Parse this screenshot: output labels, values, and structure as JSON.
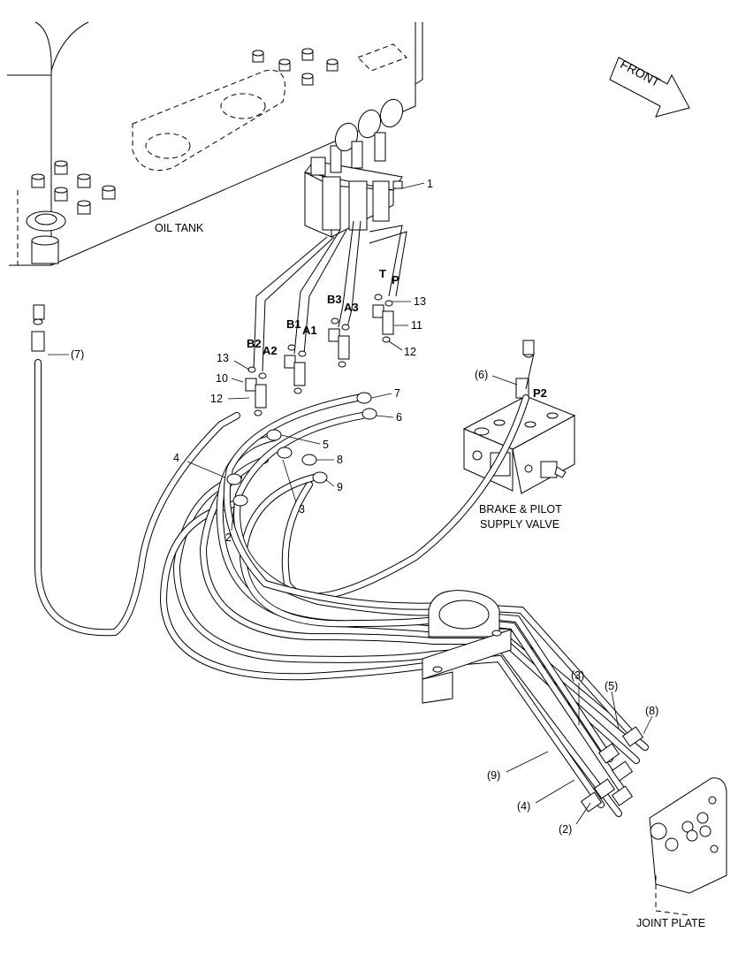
{
  "diagram": {
    "captions": {
      "oil_tank": "OIL TANK",
      "front": "FRONT",
      "brake_valve_line1": "BRAKE & PILOT",
      "brake_valve_line2": "SUPPLY VALVE",
      "joint_plate": "JOINT PLATE"
    },
    "port_labels": {
      "t": "T",
      "p": "P",
      "b3": "B3",
      "a3": "A3",
      "b1": "B1",
      "a1": "A1",
      "b2": "B2",
      "a2": "A2",
      "p2": "P2"
    },
    "callouts": {
      "c1": "1",
      "c13a": "13",
      "c11": "11",
      "c12a": "12",
      "c7": "7",
      "c6": "6",
      "c5": "5",
      "c8": "8",
      "c9": "9",
      "c3": "3",
      "c4": "4",
      "c2": "2",
      "c13b": "13",
      "c10": "10",
      "c12b": "12",
      "p7": "(7)",
      "p6": "(6)",
      "p3": "(3)",
      "p5": "(5)",
      "p8": "(8)",
      "p9": "(9)",
      "p4": "(4)",
      "p2": "(2)"
    }
  }
}
